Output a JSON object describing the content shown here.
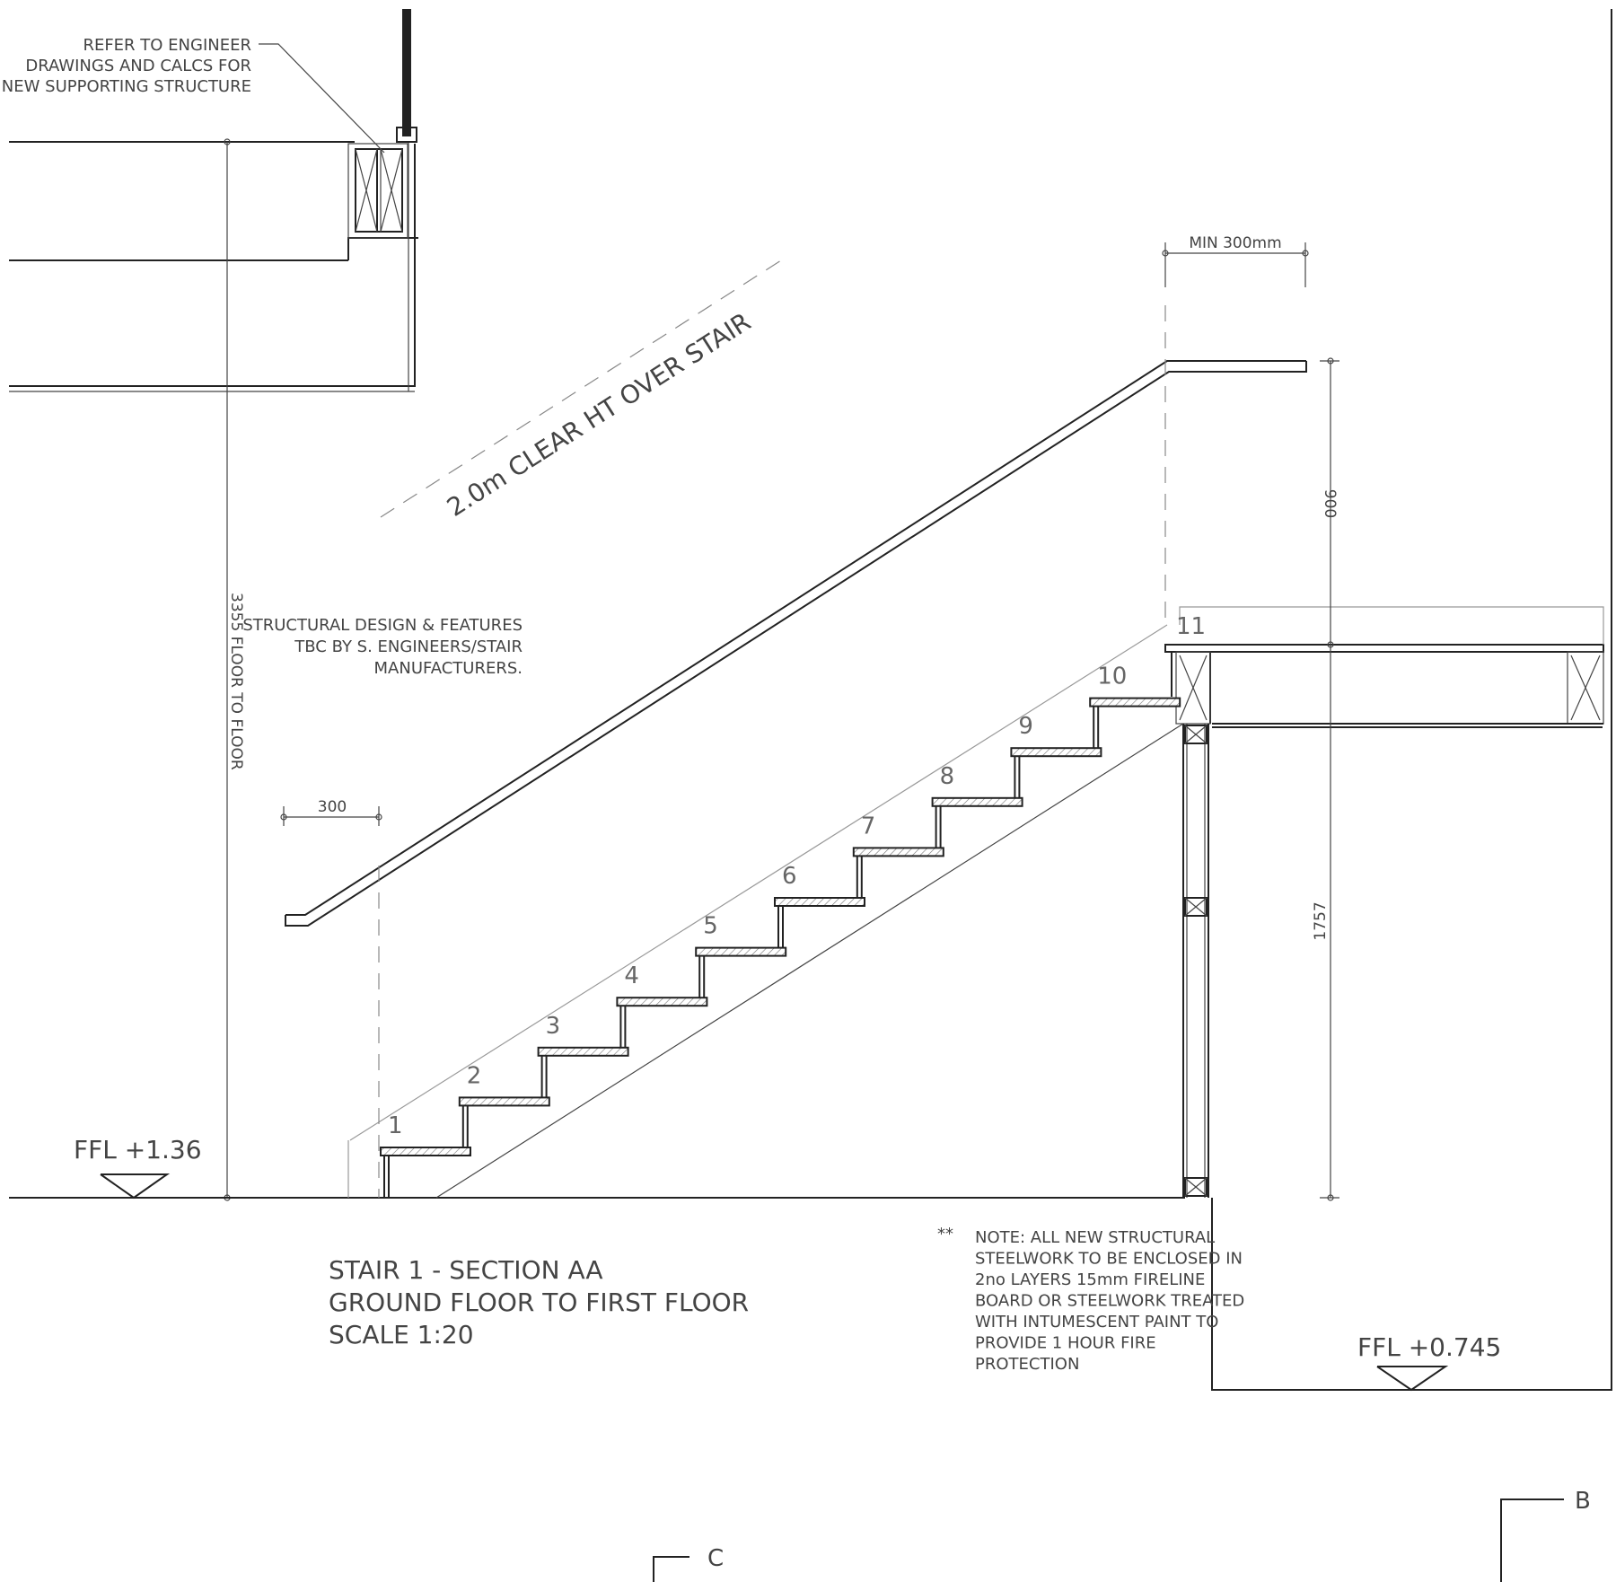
{
  "notes": {
    "engineer": [
      "REFER TO ENGINEER",
      "DRAWINGS AND CALCS FOR",
      "NEW SUPPORTING STRUCTURE"
    ],
    "structural": [
      "STRUCTURAL DESIGN & FEATURES",
      "TBC BY S. ENGINEERS/STAIR",
      "MANUFACTURERS."
    ],
    "fire_marker": "**",
    "fire": [
      "NOTE: ALL NEW STRUCTURAL",
      "STEELWORK TO BE ENCLOSED IN",
      "2no LAYERS 15mm FIRELINE",
      "BOARD OR STEELWORK TREATED",
      "WITH INTUMESCENT PAINT TO",
      "PROVIDE 1 HOUR FIRE",
      "PROTECTION"
    ],
    "clear_height": "2.0m CLEAR HT OVER STAIR"
  },
  "dimensions": {
    "floor_to_floor": "3355 FLOOR TO FLOOR",
    "handrail_extension_bottom": "300",
    "handrail_extension_top": "MIN 300mm",
    "handrail_height": "900",
    "landing_height": "1757"
  },
  "levels": {
    "ground": "FFL +1.36",
    "lower": "FFL +0.745"
  },
  "steps": [
    "1",
    "2",
    "3",
    "4",
    "5",
    "6",
    "7",
    "8",
    "9",
    "10",
    "11"
  ],
  "title": {
    "line1": "STAIR 1 - SECTION AA",
    "line2": "GROUND FLOOR TO FIRST FLOOR",
    "line3": "SCALE 1:20"
  },
  "grid_markers": {
    "c": "C",
    "b": "B"
  }
}
